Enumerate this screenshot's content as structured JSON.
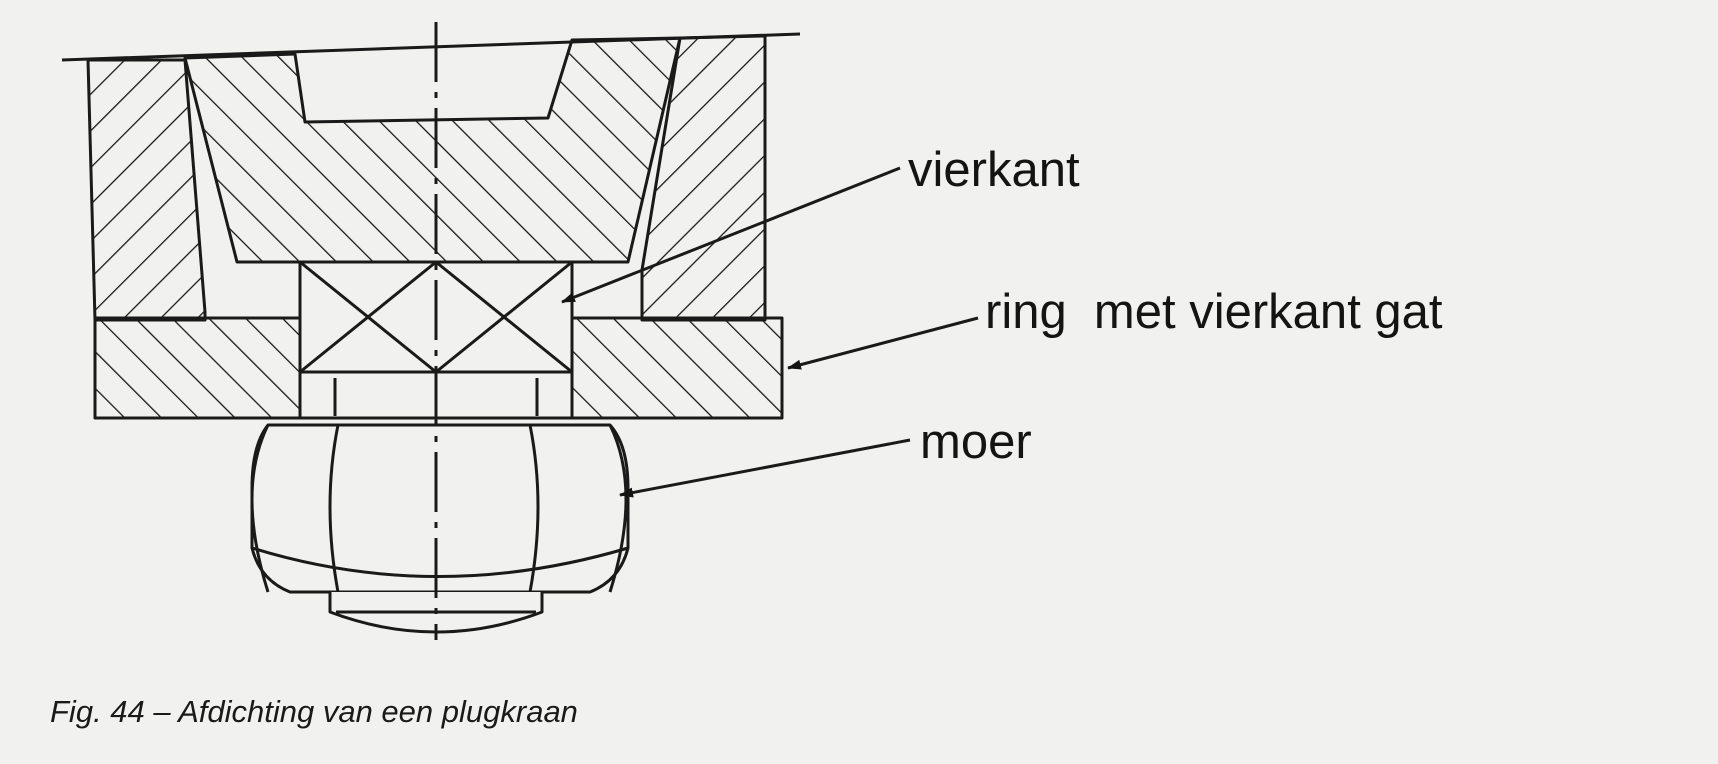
{
  "labels": {
    "vierkant": "vierkant",
    "ring": "ring  met vierkant gat",
    "moer": "moer"
  },
  "caption": "Fig. 44 – Afdichting van een plugkraan"
}
